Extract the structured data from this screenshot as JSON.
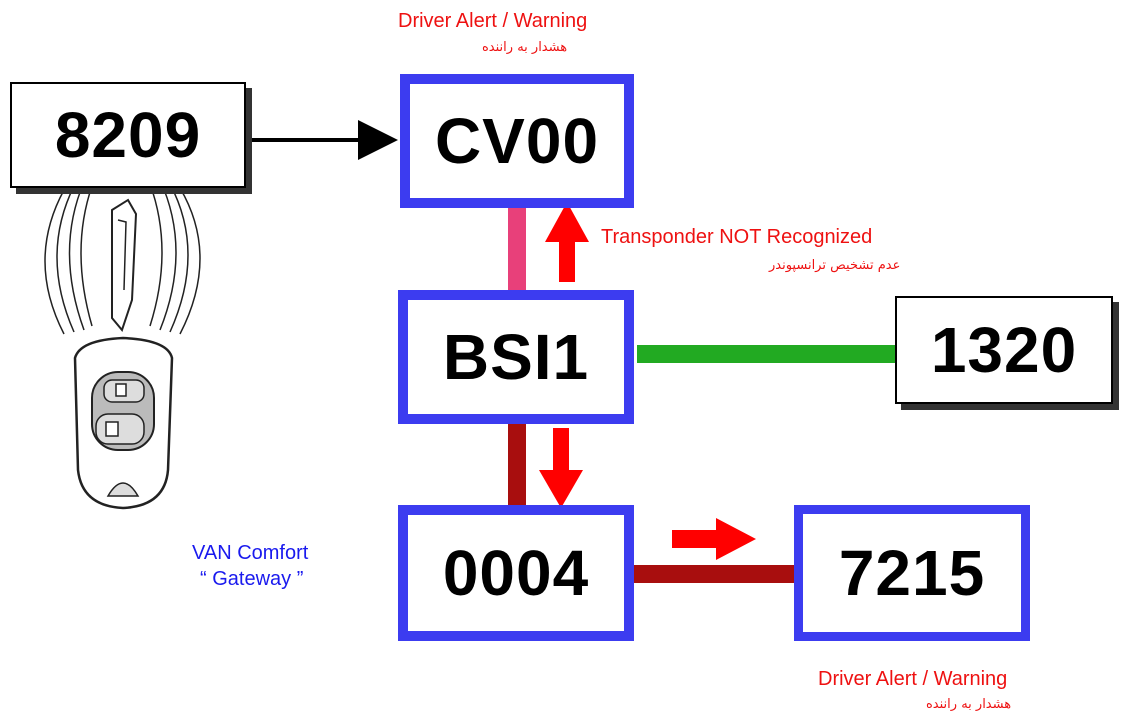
{
  "nodes": {
    "n8209": "8209",
    "cv00": "CV00",
    "bsi1": "BSI1",
    "n1320": "1320",
    "n0004": "0004",
    "n7215": "7215"
  },
  "labels": {
    "top_alert_en": "Driver Alert / Warning",
    "top_alert_fa": "هشدار به راننده",
    "transponder_en": "Transponder NOT Recognized",
    "transponder_fa": "عدم تشخیص ترانسپوندر",
    "van_comfort_line1": "VAN Comfort",
    "van_comfort_line2": "“ Gateway ”",
    "bottom_alert_en": "Driver Alert / Warning",
    "bottom_alert_fa": "هشدار به راننده"
  },
  "colors": {
    "node_border_blue": "#3c3cf0",
    "alert_red": "#ee1111",
    "link_pink": "#e8407a",
    "link_green": "#22aa22",
    "link_darkred": "#a80e0e",
    "label_blue": "#1a1aee"
  },
  "icons": [
    "car-key-fob-icon"
  ]
}
